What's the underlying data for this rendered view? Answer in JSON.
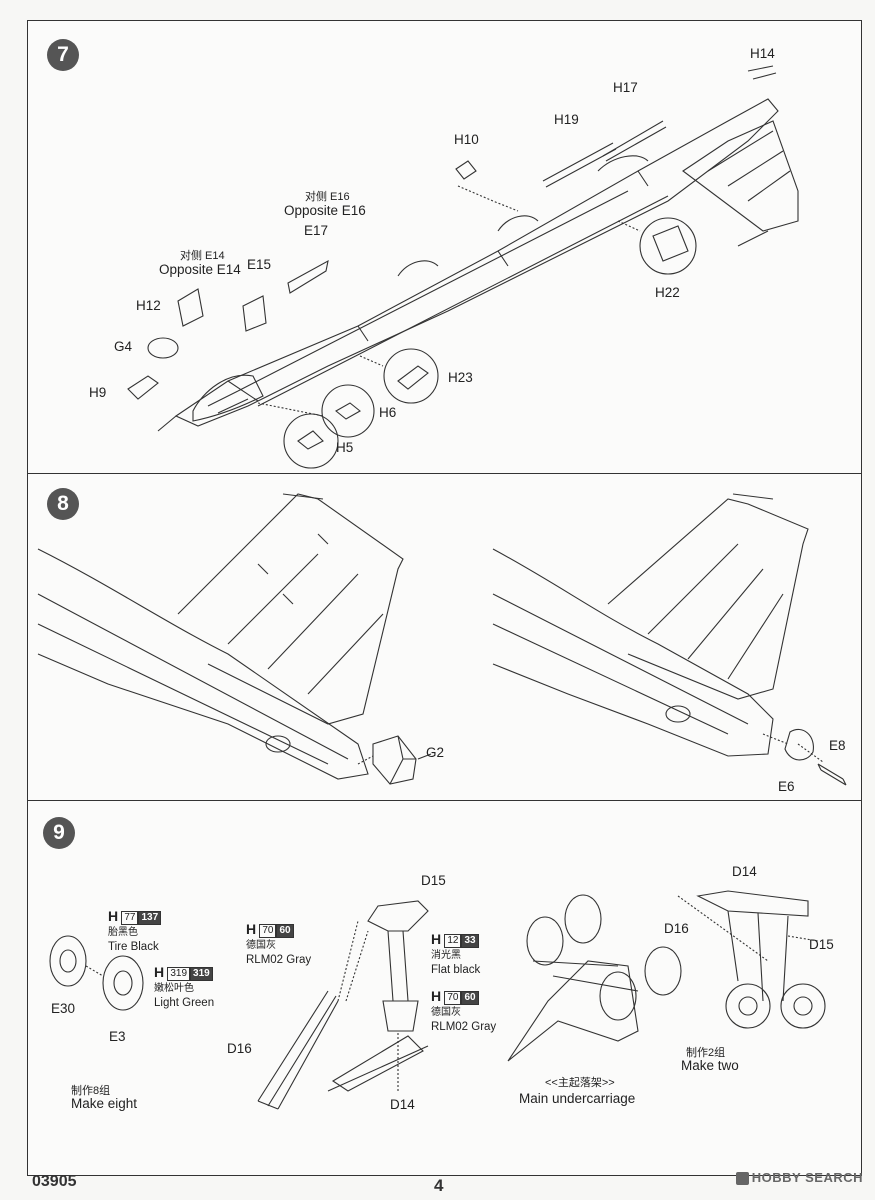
{
  "steps": {
    "s7": {
      "number": "7",
      "labels": {
        "H14": "H14",
        "H17": "H17",
        "H19": "H19",
        "H10": "H10",
        "E16_cn": "对侧 E16",
        "E16_en": "Opposite E16",
        "E17": "E17",
        "E14_cn": "对侧 E14",
        "E14_en": "Opposite E14",
        "E15": "E15",
        "H12": "H12",
        "G4": "G4",
        "H9": "H9",
        "H22": "H22",
        "H23": "H23",
        "H6": "H6",
        "H5": "H5"
      }
    },
    "s8": {
      "number": "8",
      "labels": {
        "G2": "G2",
        "E8": "E8",
        "E6": "E6"
      }
    },
    "s9": {
      "number": "9",
      "labels": {
        "D15a": "D15",
        "D14a": "D14",
        "D16a": "D16",
        "E30": "E30",
        "E3": "E3",
        "make_eight_cn": "制作8组",
        "make_eight_en": "Make eight",
        "main_uc_cn": "<<主起落架>>",
        "main_uc_en": "Main undercarriage",
        "D14b": "D14",
        "D16b": "D16",
        "D15b": "D15",
        "make_two_cn": "制作2组",
        "make_two_en": "Make two"
      },
      "paints": [
        {
          "h": "H",
          "code1": "77",
          "code2": "137",
          "cn": "胎黑色",
          "en": "Tire Black"
        },
        {
          "h": "H",
          "code1": "319",
          "code2": "319",
          "cn": "嫩松叶色",
          "en": "Light Green"
        },
        {
          "h": "H",
          "code1": "70",
          "code2": "60",
          "cn": "德国灰",
          "en": "RLM02 Gray"
        },
        {
          "h": "H",
          "code1": "12",
          "code2": "33",
          "cn": "消光黑",
          "en": "Flat black"
        },
        {
          "h": "H",
          "code1": "70",
          "code2": "60",
          "cn": "德国灰",
          "en": "RLM02 Gray"
        }
      ]
    }
  },
  "footer": {
    "code": "03905",
    "page": "4",
    "watermark": "HOBBY SEARCH"
  }
}
